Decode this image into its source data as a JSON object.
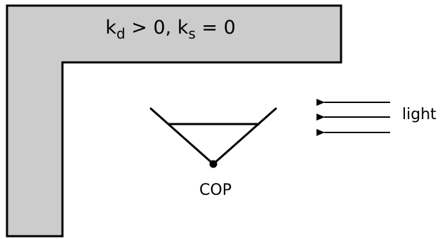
{
  "diagram": {
    "material_label": {
      "kd_base": "k",
      "kd_sub": "d",
      "kd_relation": " > 0, ",
      "ks_base": "k",
      "ks_sub": "s",
      "ks_relation": " = 0"
    },
    "cop_label": "COP",
    "light_label": "light",
    "colors": {
      "wall_fill": "#cccccc",
      "stroke": "#000000",
      "background": "#ffffff"
    }
  }
}
